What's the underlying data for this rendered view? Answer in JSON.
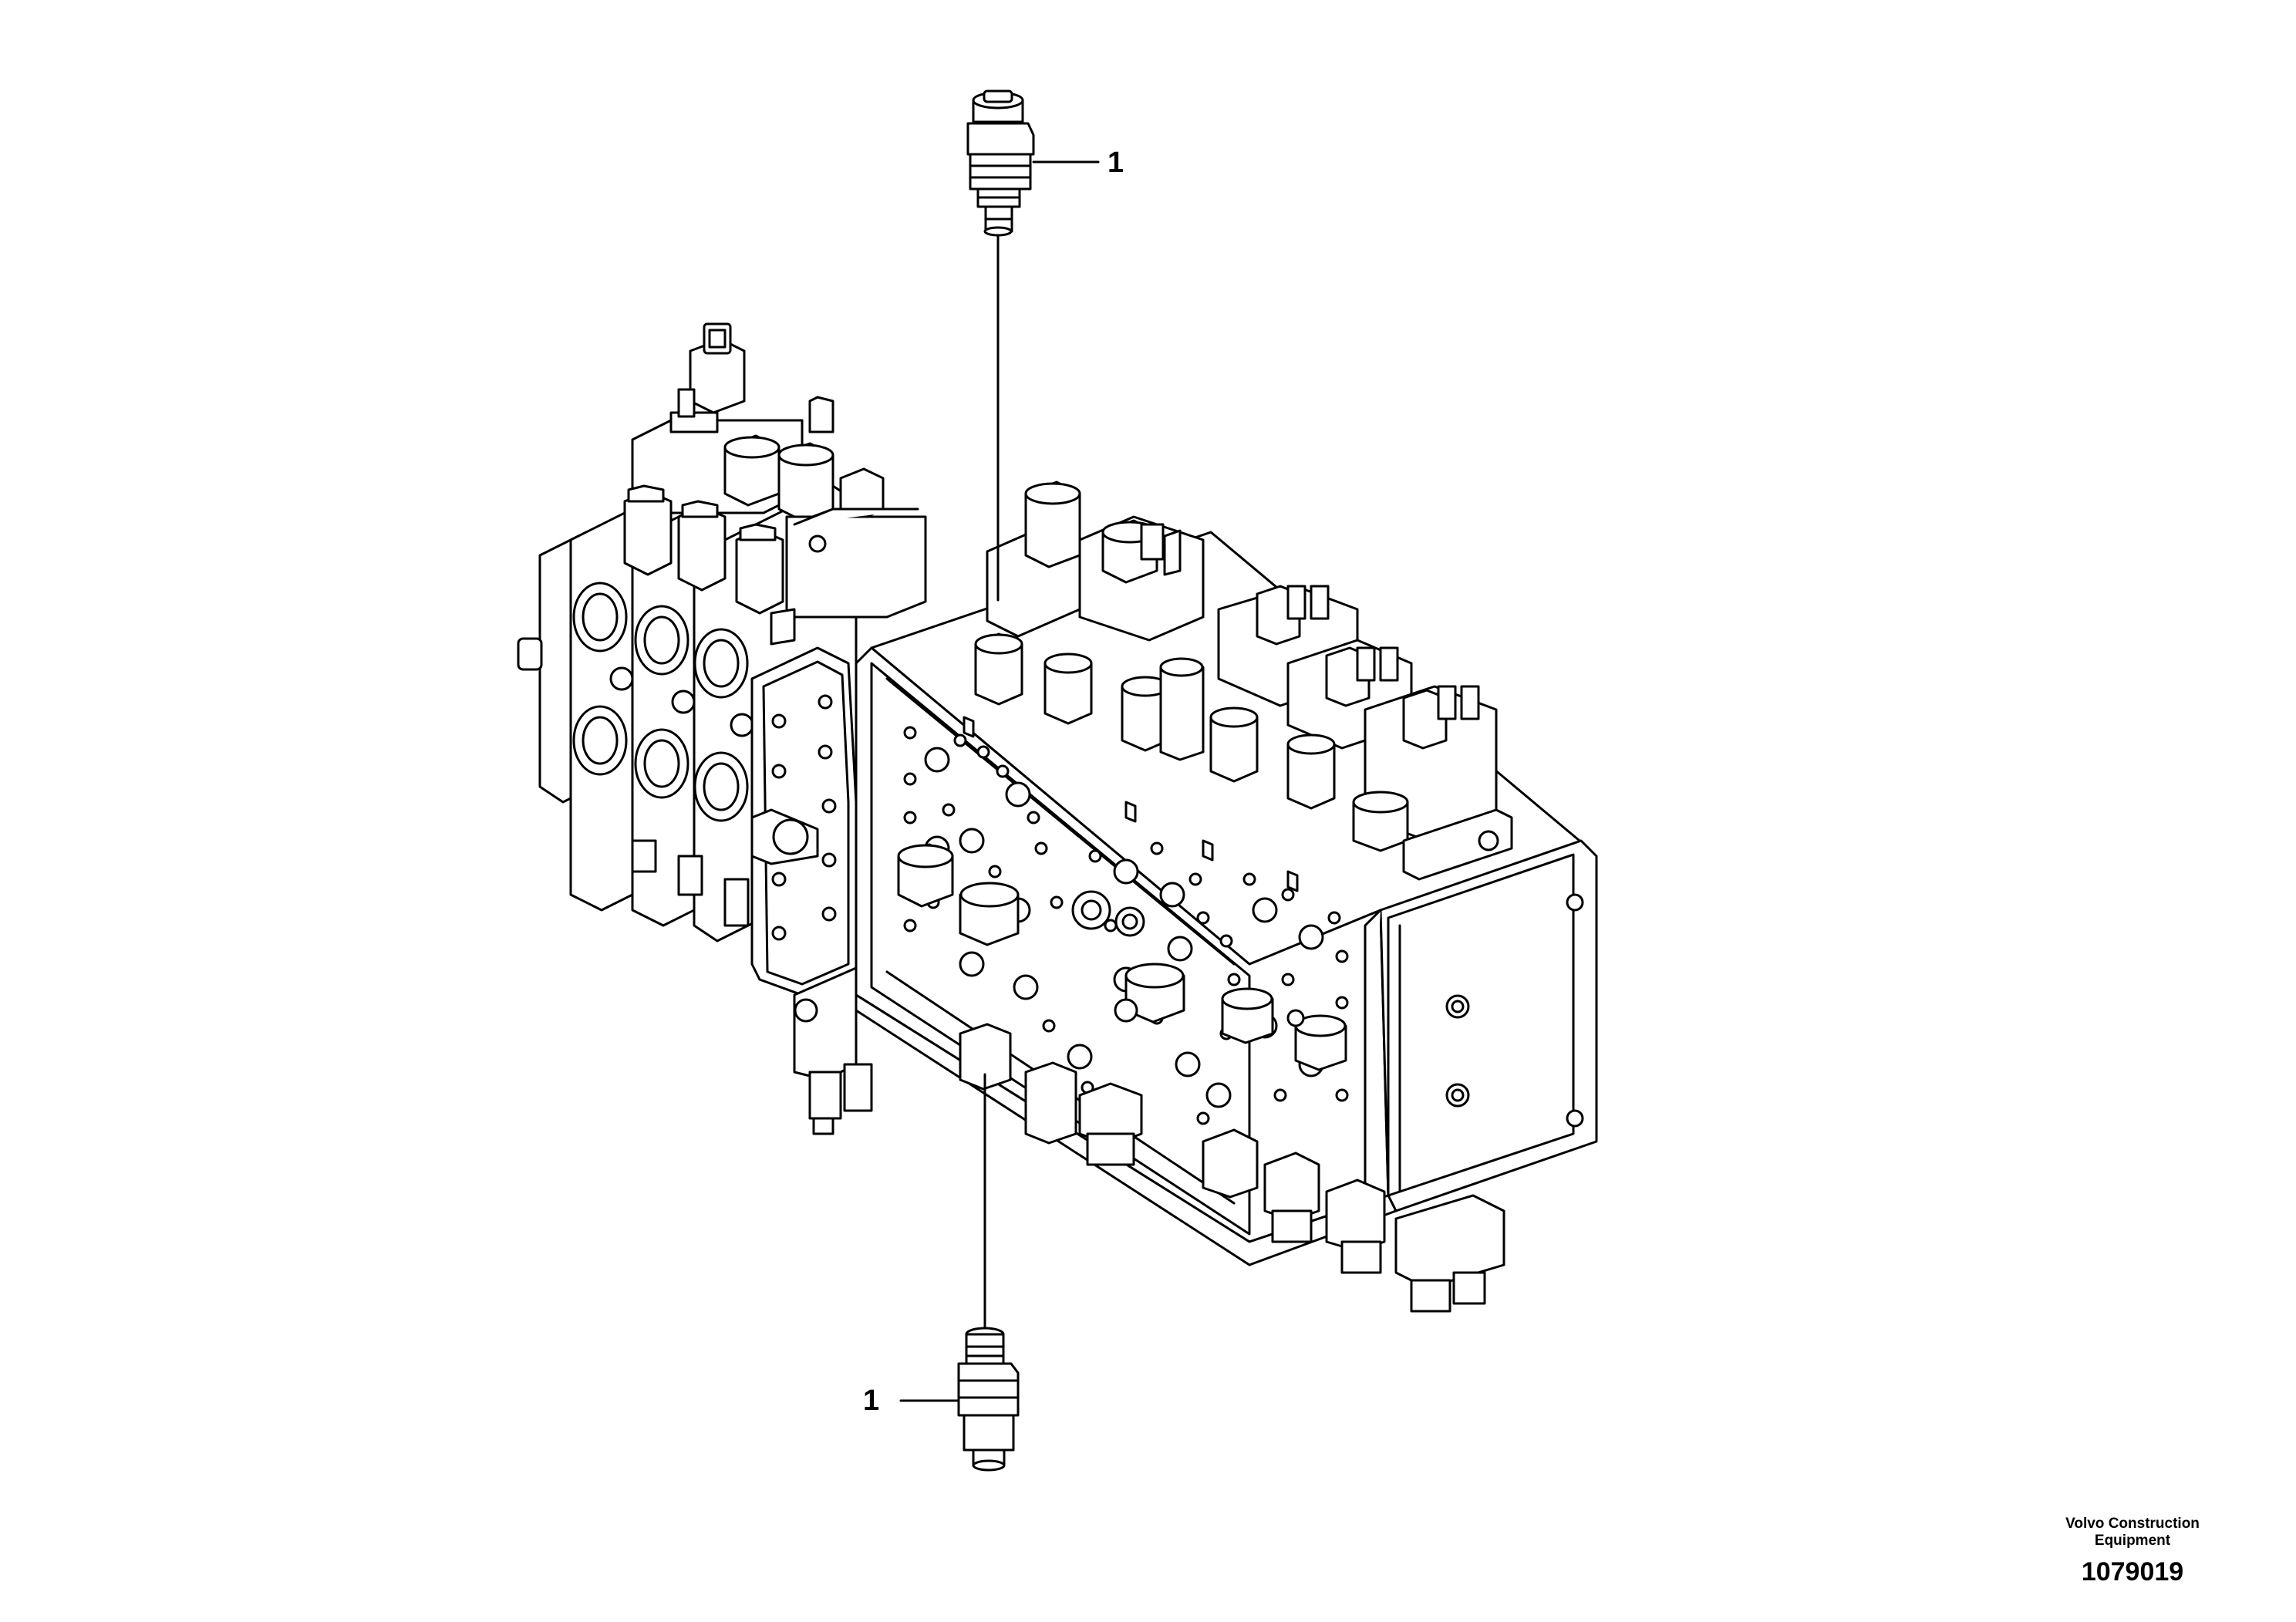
{
  "callouts": [
    {
      "label": "1"
    },
    {
      "label": "1"
    }
  ],
  "footer": {
    "company_line1": "Volvo Construction",
    "company_line2": "Equipment",
    "drawing_number": "1079019"
  },
  "colors": {
    "line": "#000000",
    "background": "#ffffff"
  },
  "icons": {
    "part": "relief-valve-cartridge-icon",
    "assembly": "control-valve-block-drawing"
  }
}
